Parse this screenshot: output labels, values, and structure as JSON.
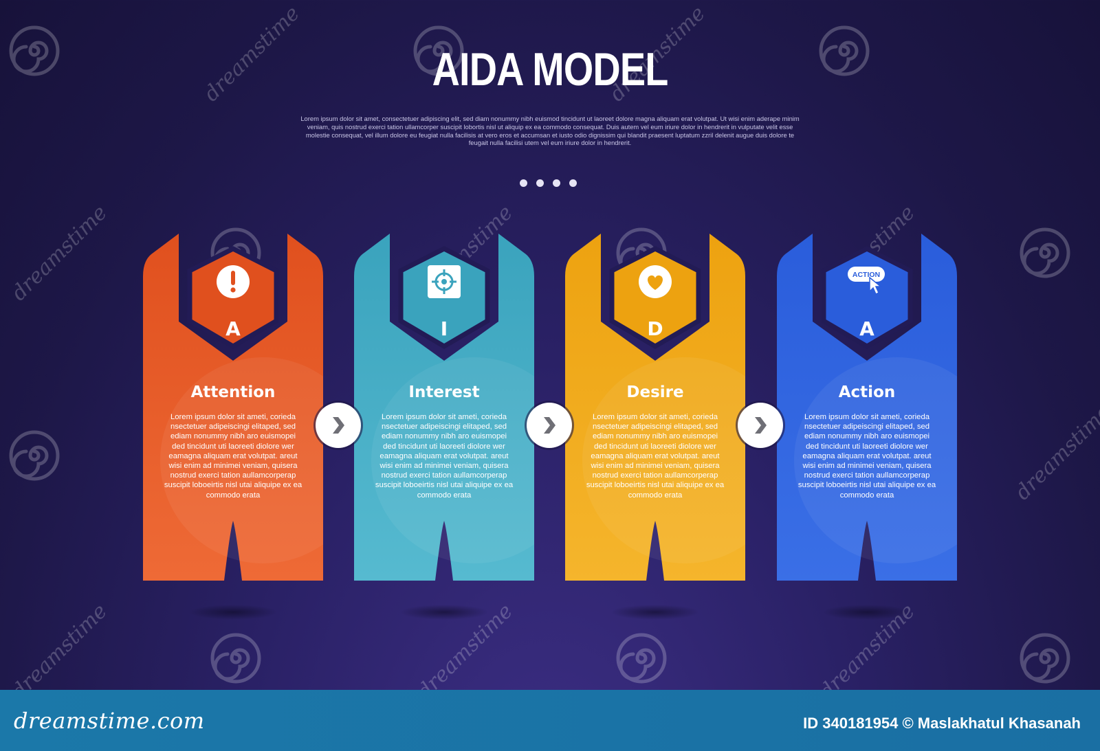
{
  "title": "AIDA MODEL",
  "subtitle": "Lorem ipsum dolor sit amet, consectetuer adipiscing elit, sed diam nonummy nibh euismod tincidunt ut laoreet dolore magna aliquam erat volutpat. Ut wisi enim aderape minim veniam, quis nostrud exerci tation ullamcorper suscipit lobortis nisl ut aliquip ex ea commodo consequat. Duis autem vel eum iriure dolor in hendrerit in vulputate velit esse molestie consequat, vel illum dolore eu feugiat nulla facilisis at vero eros et accumsan et iusto odio dignissim qui blandit praesent luptatum zzril delenit augue duis dolore te feugait nulla facilisi utem vel eum iriure dolor in hendrerit.",
  "pagination": {
    "count": 4
  },
  "steps": [
    {
      "letter": "A",
      "title": "Attention",
      "icon": "exclamation-icon",
      "color": "#e0501e",
      "color_light": "#ee6a36",
      "body": "Lorem ipsum dolor sit ameti, corieda nsectetuer adipeiscingi elitaped, sed ediam nonummy nibh aro euismopei ded tincidunt uti laoreeti diolore wer eamagna aliquam erat volutpat. areut wisi enim ad minimei veniam, quisera nostrud exerci tation aullamcorperap suscipit loboeirtis nisl utai aliquipe ex ea commodo erata"
    },
    {
      "letter": "I",
      "title": "Interest",
      "icon": "target-icon",
      "color": "#3aa3bd",
      "color_light": "#56bad0",
      "body": "Lorem ipsum dolor sit ameti, corieda nsectetuer adipeiscingi elitaped, sed ediam nonummy nibh aro euismopei ded tincidunt uti laoreeti diolore wer eamagna aliquam erat volutpat. areut wisi enim ad minimei veniam, quisera nostrud exerci tation aullamcorperap suscipit loboeirtis nisl utai aliquipe ex ea commodo erata"
    },
    {
      "letter": "D",
      "title": "Desire",
      "icon": "heart-icon",
      "color": "#eda210",
      "color_light": "#f5b52c",
      "body": "Lorem ipsum dolor sit ameti, corieda nsectetuer adipeiscingi elitaped, sed ediam nonummy nibh aro euismopei ded tincidunt uti laoreeti diolore wer eamagna aliquam erat volutpat. areut wisi enim ad minimei veniam, quisera nostrud exerci tation aullamcorperap suscipit loboeirtis nisl utai aliquipe ex ea commodo erata"
    },
    {
      "letter": "A",
      "title": "Action",
      "icon": "action-cursor-icon",
      "icon_text": "ACTION",
      "color": "#2a5ddb",
      "color_light": "#3a6fe6",
      "body": "Lorem ipsum dolor sit ameti, corieda nsectetuer adipeiscingi elitaped, sed ediam nonummy nibh aro euismopei ded tincidunt uti laoreeti diolore wer eamagna aliquam erat volutpat. areut wisi enim ad minimei veniam, quisera nostrud exerci tation aullamcorperap suscipit loboeirtis nisl utai aliquipe ex ea commodo erata"
    }
  ],
  "connector_icon": "chevron-right-icon",
  "background_color": "#221b55",
  "watermark": {
    "text": "dreamstime"
  },
  "footer": {
    "brand": "dreamstime.com",
    "credit": "ID 340181954 © Maslakhatul Khasanah",
    "color": "#1b78a9"
  }
}
